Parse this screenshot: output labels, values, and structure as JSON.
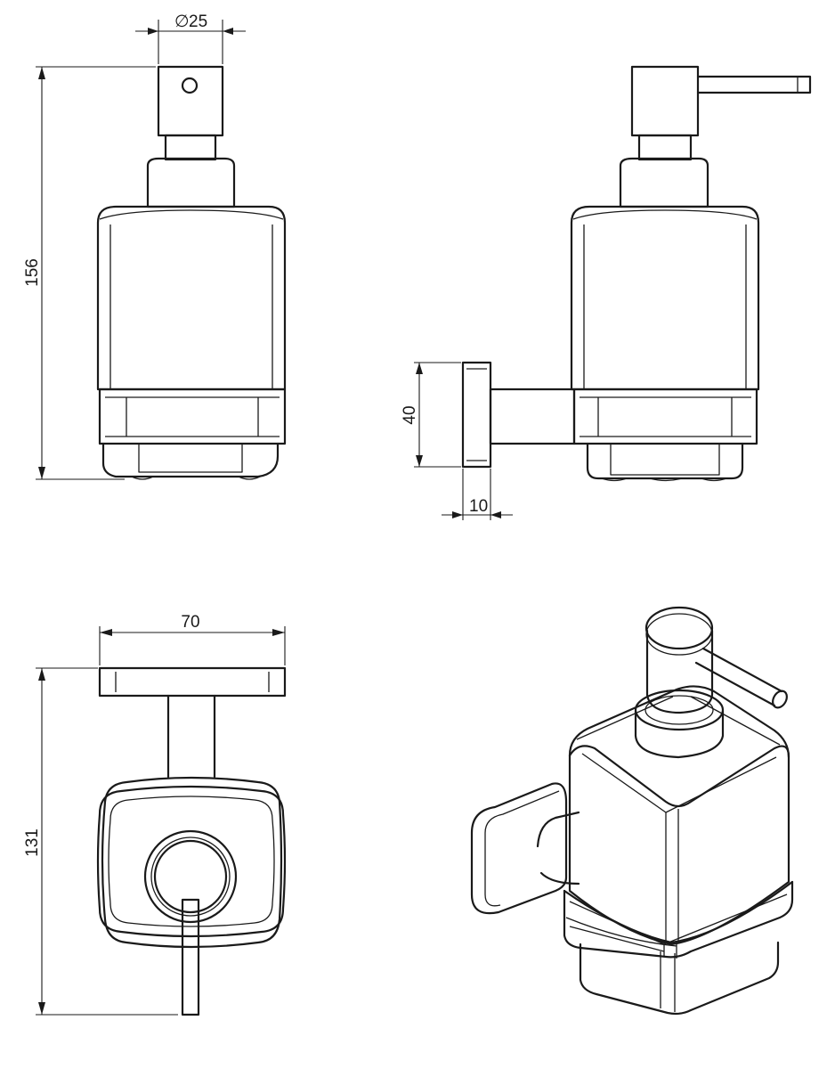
{
  "dimensions": {
    "pump_diameter_symbol": "∅",
    "pump_diameter": "25",
    "overall_height": "156",
    "bracket_height": "40",
    "bracket_depth": "10",
    "overall_width": "70",
    "overall_depth": "131"
  },
  "views": [
    "front-view",
    "side-view",
    "top-view",
    "isometric-view"
  ],
  "colors": {
    "line": "#1a1a1a",
    "background": "#ffffff"
  }
}
